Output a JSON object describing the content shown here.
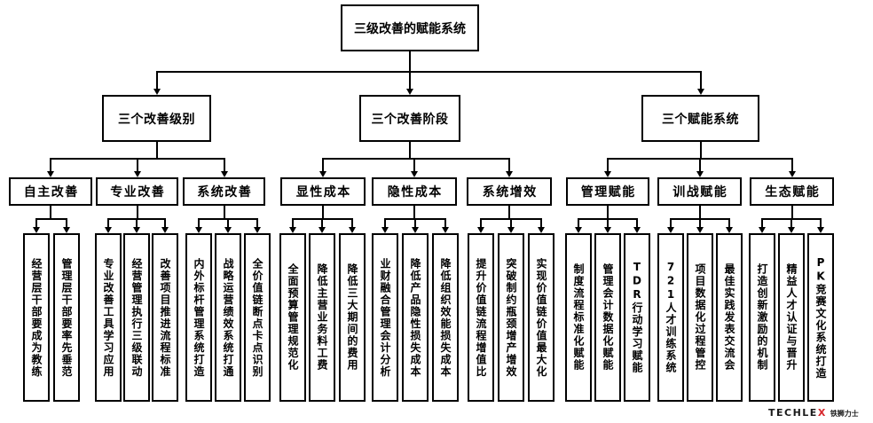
{
  "root": {
    "title": "三级改善的赋能系统"
  },
  "branches": [
    {
      "title": "三个改善级别",
      "children": [
        {
          "title": "自主改善",
          "items": [
            "经营层干部要成为教练",
            "管理层干部要率先垂范"
          ]
        },
        {
          "title": "专业改善",
          "items": [
            "专业改善工具学习应用",
            "经营管理执行三级联动",
            "改善项目推进流程标准"
          ]
        },
        {
          "title": "系统改善",
          "items": [
            "内外标杆管理系统打造",
            "战略运营绩效系统打通",
            "全价值链断点卡点识别"
          ]
        }
      ]
    },
    {
      "title": "三个改善阶段",
      "children": [
        {
          "title": "显性成本",
          "items": [
            "全面预算管理规范化",
            "降低主营业务料工费",
            "降低三大期间的费用"
          ]
        },
        {
          "title": "隐性成本",
          "items": [
            "业财融合管理会计分析",
            "降低产品隐性损失成本",
            "降低组织效能损失成本"
          ]
        },
        {
          "title": "系统增效",
          "items": [
            "提升价值链流程增值比",
            "突破制约瓶颈增产增效",
            "实现价值链价值最大化"
          ]
        }
      ]
    },
    {
      "title": "三个赋能系统",
      "children": [
        {
          "title": "管理赋能",
          "items": [
            "制度流程标准化赋能",
            "管理会计数据化赋能",
            "TDR行动学习赋能"
          ]
        },
        {
          "title": "训战赋能",
          "items": [
            "721人才训练系统",
            "项目数据化过程管控",
            "最佳实践发表交流会"
          ]
        },
        {
          "title": "生态赋能",
          "items": [
            "打造创新激励的机制",
            "精益人才认证与晋升",
            "PK竞赛文化系统打造"
          ]
        }
      ]
    }
  ],
  "logo": {
    "brand": "TECHLEX",
    "brand_cn": "铁狮力士"
  },
  "colors": {
    "line": "#000000",
    "box_border": "#000000",
    "background": "#ffffff",
    "logo_accent": "#d7262b"
  }
}
